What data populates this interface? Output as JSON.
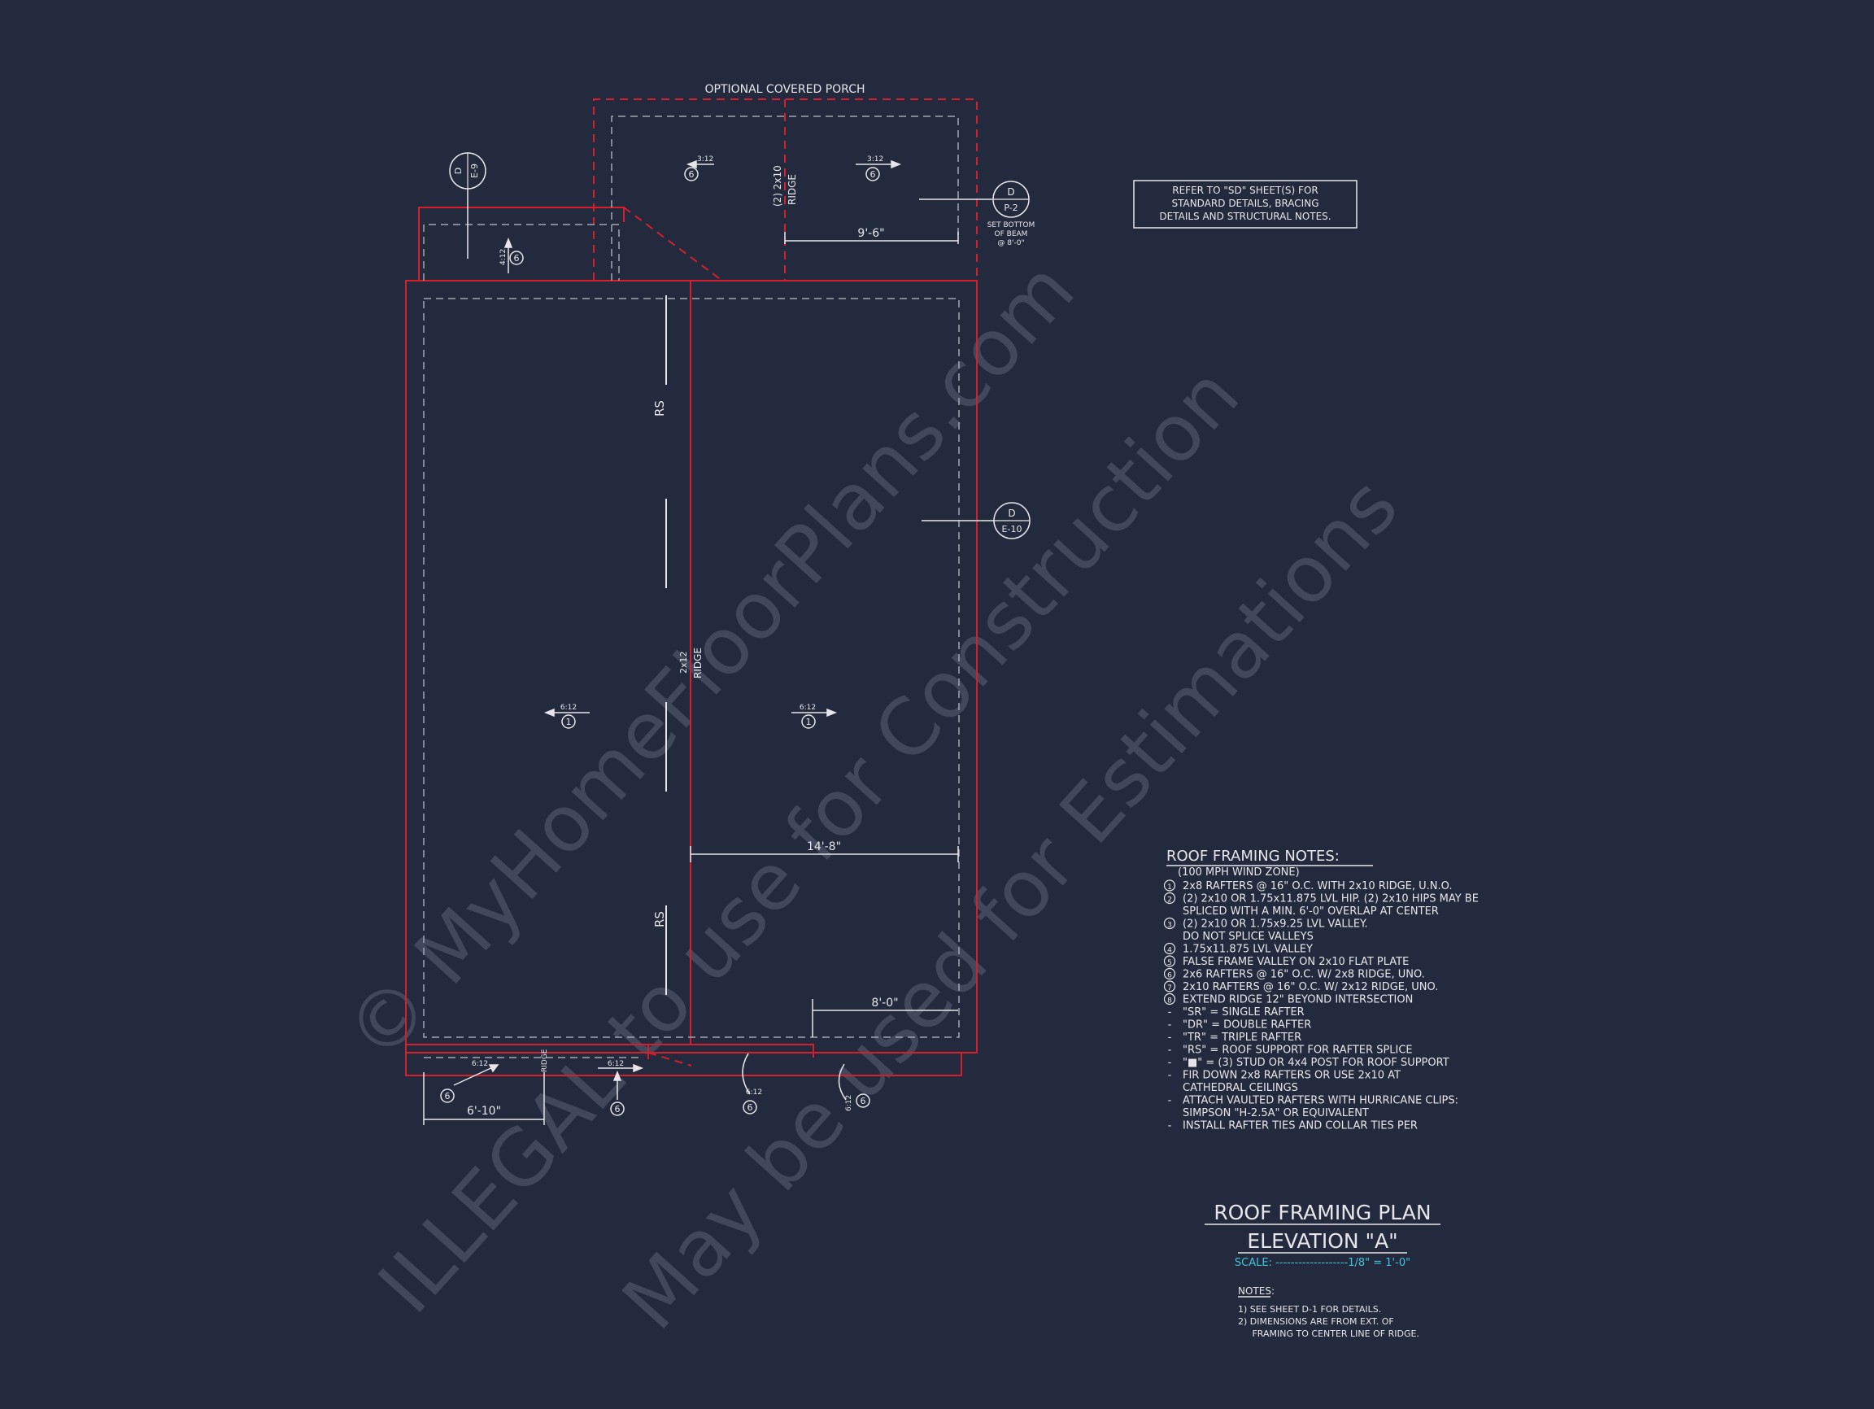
{
  "colors": {
    "background": "#242a3e",
    "line_white": "#e6e6ea",
    "line_red": "#d31f2e",
    "dash_gray": "#a3a6b1",
    "scale_cyan": "#41c2d8",
    "watermark": "#5a6072"
  },
  "porch_label": "OPTIONAL COVERED PORCH",
  "refer_note": [
    "REFER TO \"SD\" SHEET(S) FOR",
    "STANDARD DETAILS, BRACING",
    "DETAILS AND STRUCTURAL NOTES."
  ],
  "sections": {
    "top": {
      "letter": "D",
      "sheet": "E-9"
    },
    "right_top": {
      "letter": "D",
      "sheet": "P-2"
    },
    "right_mid": {
      "letter": "D",
      "sheet": "E-10"
    }
  },
  "beam_note": [
    "SET BOTTOM",
    "OF BEAM",
    "@ 8'-0\""
  ],
  "ridge_labels": {
    "porch_size": "(2) 2x10",
    "porch_ridge": "RIDGE",
    "main_size": "2x12",
    "main_ridge": "RIDGE",
    "bottom_ridge": "RIDGE"
  },
  "rs_labels": [
    "RS",
    "RS"
  ],
  "dimensions": {
    "porch": "9'-6\"",
    "main": "14'-8\"",
    "lower_right": "8'-0\"",
    "lower_left": "6'-10\""
  },
  "pitch_labels": {
    "porch_left": "3:12",
    "porch_right": "3:12",
    "bump": "4:12",
    "main_left": "6:12",
    "main_right": "6:12",
    "bottom_left": "6:12",
    "bottom_mid": "6:12",
    "bottom_right": "6:12",
    "bottom_far": "6:12"
  },
  "tag_numbers": {
    "porch_left": "6",
    "porch_right": "6",
    "bump": "6",
    "main_left": "1",
    "main_right": "1",
    "bottom_left": "6",
    "bottom_mid": "6",
    "bottom_right": "6",
    "bottom_far": "6"
  },
  "notes_block": {
    "title": "ROOF FRAMING NOTES:",
    "subtitle": "(100 MPH WIND ZONE)",
    "lines": [
      {
        "marker": "1",
        "text": "2x8 RAFTERS @ 16\" O.C. WITH 2x10 RIDGE, U.N.O."
      },
      {
        "marker": "2",
        "text": "(2) 2x10 OR 1.75x11.875 LVL HIP. (2) 2x10 HIPS MAY BE"
      },
      {
        "marker": "",
        "text": "SPLICED WITH A MIN. 6'-0\" OVERLAP AT CENTER"
      },
      {
        "marker": "3",
        "text": "(2) 2x10 OR 1.75x9.25 LVL VALLEY."
      },
      {
        "marker": "",
        "text": "DO NOT SPLICE VALLEYS"
      },
      {
        "marker": "4",
        "text": "1.75x11.875 LVL VALLEY"
      },
      {
        "marker": "5",
        "text": "FALSE FRAME VALLEY ON 2x10 FLAT PLATE"
      },
      {
        "marker": "6",
        "text": "2x6 RAFTERS @ 16\" O.C. W/ 2x8 RIDGE, UNO."
      },
      {
        "marker": "7",
        "text": "2x10 RAFTERS @ 16\" O.C. W/ 2x12 RIDGE, UNO."
      },
      {
        "marker": "8",
        "text": "EXTEND RIDGE 12\" BEYOND INTERSECTION"
      },
      {
        "marker": "-",
        "text": "\"SR\" = SINGLE RAFTER"
      },
      {
        "marker": "-",
        "text": "\"DR\" = DOUBLE RAFTER"
      },
      {
        "marker": "-",
        "text": "\"TR\" = TRIPLE RAFTER"
      },
      {
        "marker": "-",
        "text": "\"RS\" = ROOF SUPPORT FOR RAFTER SPLICE"
      },
      {
        "marker": "-",
        "text": "\"■\" = (3) STUD OR 4x4 POST FOR ROOF SUPPORT"
      },
      {
        "marker": "-",
        "text": "FIR DOWN 2x8 RAFTERS OR USE 2x10 AT"
      },
      {
        "marker": "",
        "text": "CATHEDRAL CEILINGS"
      },
      {
        "marker": "-",
        "text": "ATTACH VAULTED RAFTERS WITH HURRICANE CLIPS:"
      },
      {
        "marker": "",
        "text": "SIMPSON \"H-2.5A\" OR EQUIVALENT"
      },
      {
        "marker": "-",
        "text": "INSTALL RAFTER TIES AND COLLAR TIES PER"
      }
    ]
  },
  "title_block": {
    "line1": "ROOF FRAMING PLAN",
    "line2": "ELEVATION \"A\"",
    "scale": "SCALE: -------------------1/8\" = 1'-0\""
  },
  "sheet_notes": {
    "title": "NOTES:",
    "lines": [
      "1)  SEE SHEET D-1 FOR DETAILS.",
      "2)  DIMENSIONS ARE FROM EXT. OF",
      "     FRAMING TO CENTER LINE OF RIDGE."
    ]
  },
  "watermark": {
    "line1": "© MyHomeFloorPlans.com",
    "line2": "ILLEGAL to use for Construction",
    "line3": "May be used for Estimations"
  }
}
